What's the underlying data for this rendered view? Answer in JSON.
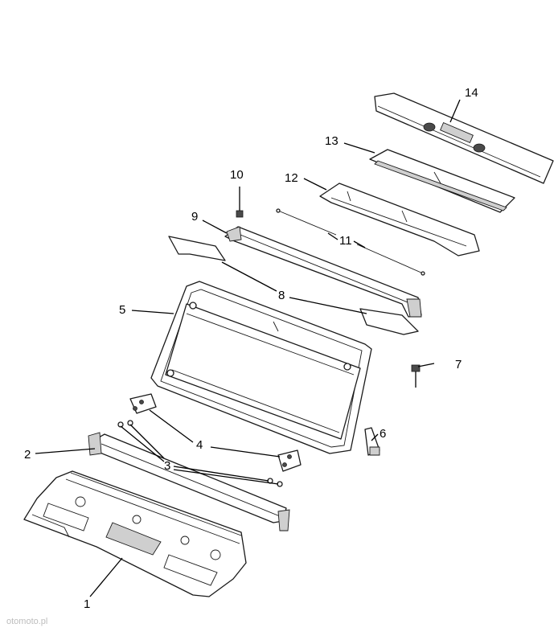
{
  "diagram": {
    "callouts": [
      {
        "id": "1",
        "label": "1"
      },
      {
        "id": "2",
        "label": "2"
      },
      {
        "id": "3",
        "label": "3"
      },
      {
        "id": "4",
        "label": "4"
      },
      {
        "id": "5",
        "label": "5"
      },
      {
        "id": "6",
        "label": "6"
      },
      {
        "id": "7",
        "label": "7"
      },
      {
        "id": "8",
        "label": "8"
      },
      {
        "id": "9",
        "label": "9"
      },
      {
        "id": "10",
        "label": "10"
      },
      {
        "id": "11",
        "label": "11"
      },
      {
        "id": "12",
        "label": "12"
      },
      {
        "id": "13",
        "label": "13"
      },
      {
        "id": "14",
        "label": "14"
      }
    ]
  },
  "watermark": "otomoto.pl",
  "colors": {
    "line": "#1a1a1a",
    "background": "#ffffff",
    "shade": "#cfcfcf"
  }
}
